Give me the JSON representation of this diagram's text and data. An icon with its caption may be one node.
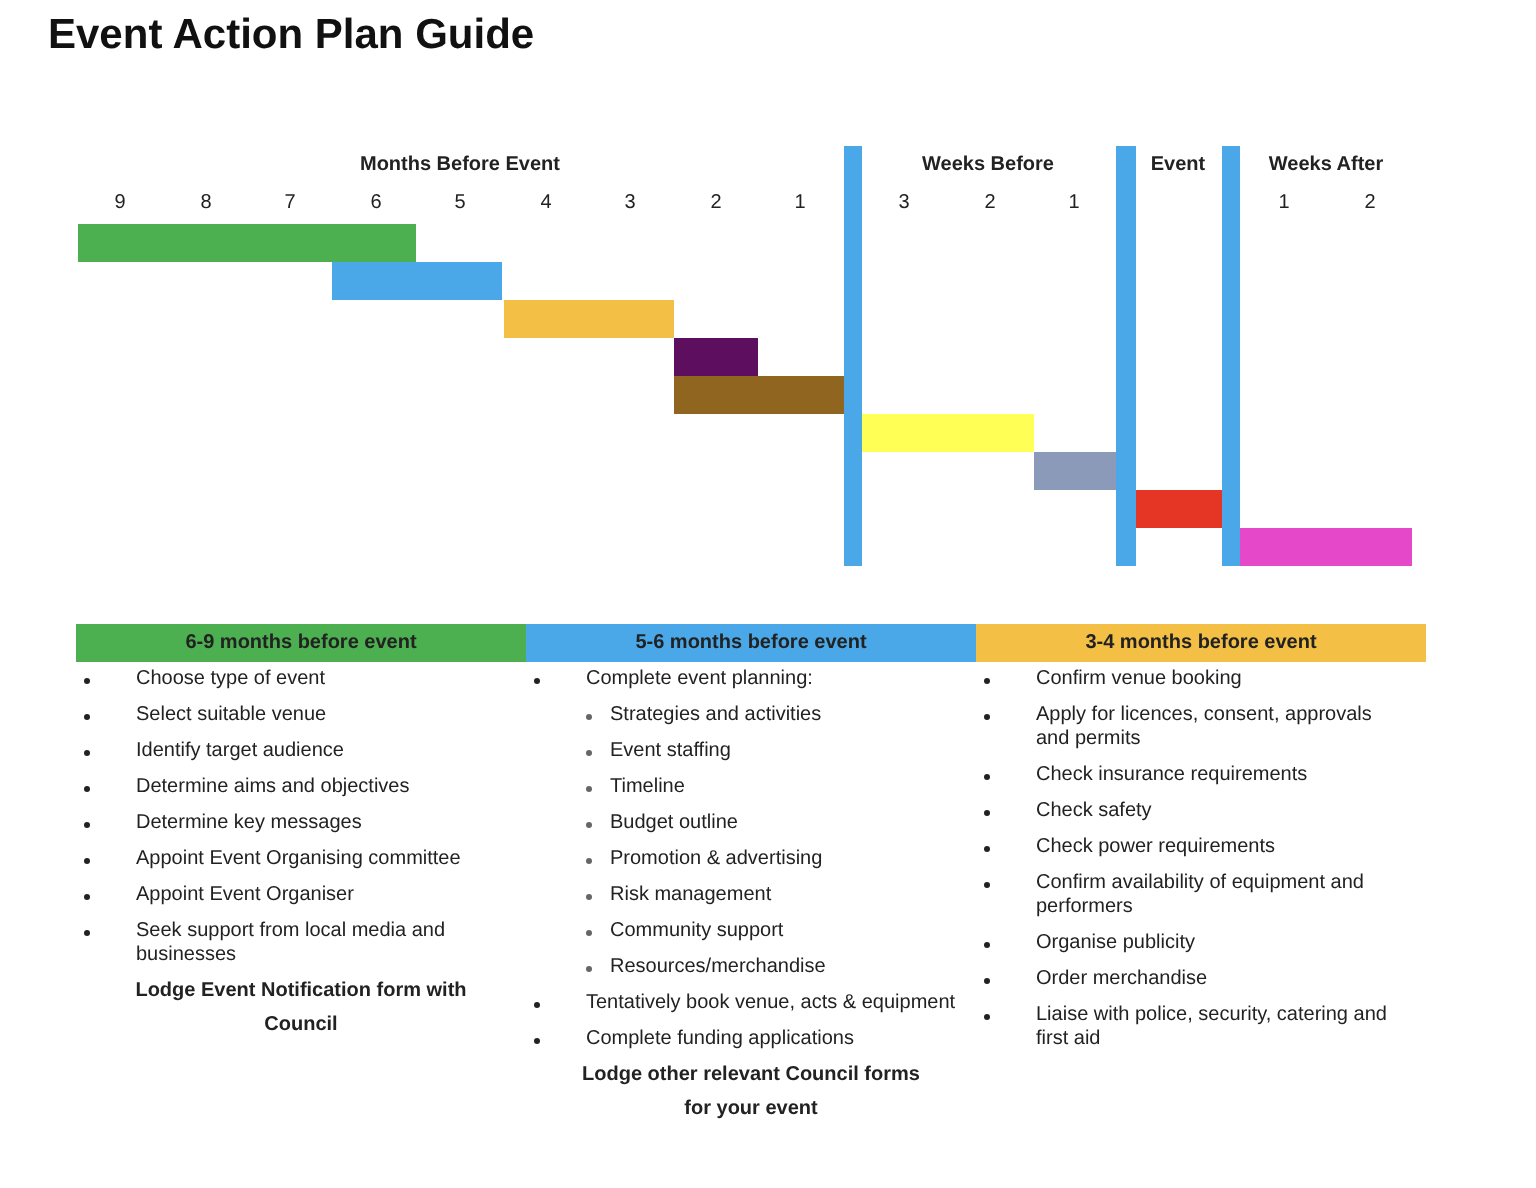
{
  "diagram": {
    "title": "Event Action Plan Guide",
    "labels": [
      "Months Before Event",
      "Weeks Before",
      "Event",
      "Weeks After",
      "9",
      "8",
      "7",
      "6",
      "5",
      "4",
      "3",
      "2",
      "1",
      "3",
      "2",
      "1",
      "1",
      "2",
      "6-9 months before event",
      "5-6 months before event",
      "3-4 months before event",
      "Choose type of event",
      "Select suitable venue",
      "Identify target audience",
      "Determine aims and objectives",
      "Determine key messages",
      "Appoint Event Organising committee",
      "Appoint Event Organiser",
      "Seek support from local media and businesses",
      "Lodge Event Notification form with Council",
      "Complete event planning:",
      "Strategies and activities",
      "Event staffing",
      "Timeline",
      "Budget outline",
      "Promotion & advertising",
      "Risk management",
      "Community support",
      "Resources/merchandise",
      "Tentatively book venue, acts & equipment",
      "Complete funding applications",
      "Lodge other relevant Council forms for your event",
      "Confirm venue booking",
      "Apply for licences, consent, approvals and permits",
      "Check insurance requirements",
      "Check safety",
      "Check power requirements",
      "Confirm availability of equipment and performers",
      "Organise publicity",
      "Order merchandise",
      "Liaise with police, security, catering and first aid"
    ]
  }
}
